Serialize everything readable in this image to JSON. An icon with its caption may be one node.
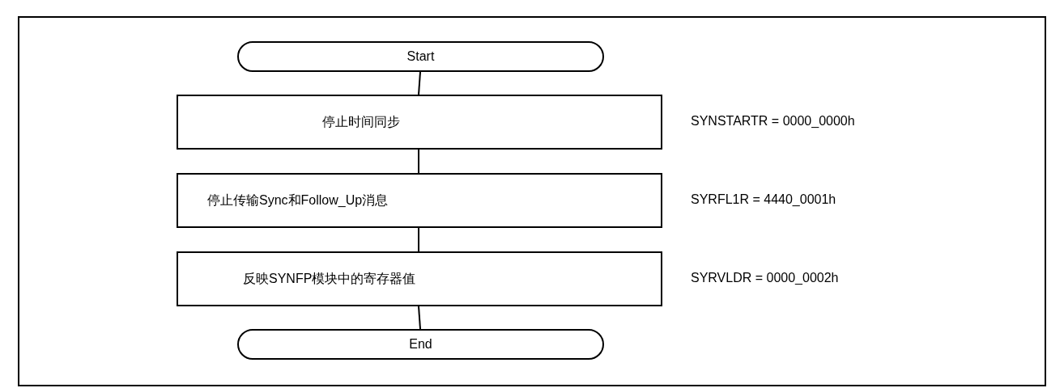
{
  "diagram": {
    "nodes": [
      {
        "text": [
          "Start"
        ]
      },
      {
        "text": [
          "停止时间同步"
        ],
        "beside": [
          "SYNSTARTR = 0000_0000h"
        ]
      },
      {
        "text": [
          "停止传输Sync和Follow_Up消息"
        ],
        "beside": [
          "SYRFL1R = 4440_0001h"
        ]
      },
      {
        "text": [
          "反映SYNFP模块中的寄存器值"
        ],
        "beside": [
          "SYRVLDR = 0000_0002h"
        ]
      },
      {
        "text": [
          "End"
        ]
      }
    ],
    "edges": [
      {
        "from": 0,
        "to": 1,
        "arrow": "none"
      },
      {
        "from": 1,
        "to": 2,
        "arrow": "none"
      },
      {
        "from": 2,
        "to": 3,
        "arrow": "none"
      },
      {
        "from": 3,
        "to": 4,
        "arrow": "none"
      }
    ]
  }
}
